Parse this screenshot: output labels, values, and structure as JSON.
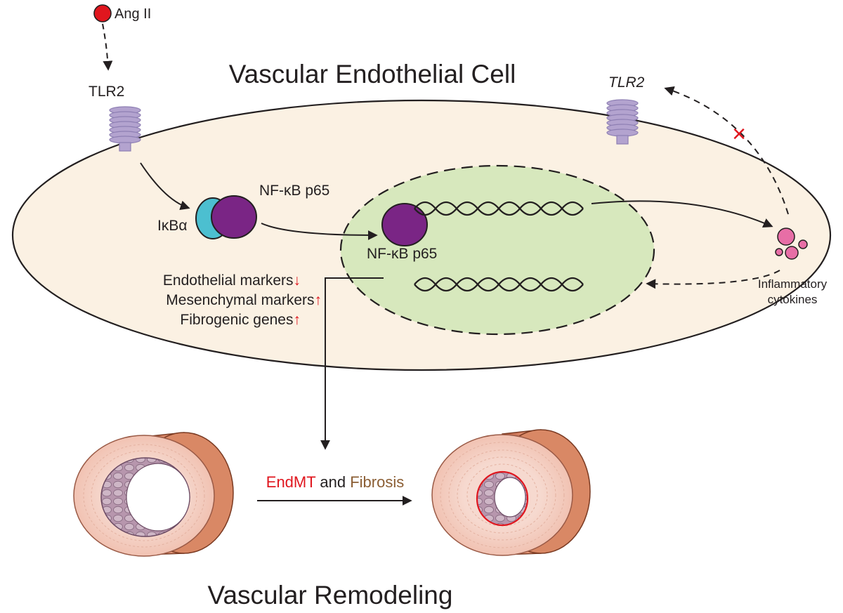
{
  "title": "Vascular Endothelial Cell",
  "bottom_title": "Vascular Remodeling",
  "ligand": {
    "label": "Ang II",
    "color": "#e0161e"
  },
  "receptors": {
    "left_label": "TLR2",
    "right_label": "TLR2",
    "color": "#b3a3cf"
  },
  "complex": {
    "inhibitor_label": "IκBα",
    "p65_label": "NF-κB p65",
    "inhibitor_color": "#4cbfd0",
    "p65_color": "#7a2585"
  },
  "nucleus": {
    "p65_label": "NF-κB p65",
    "fill": "#d7e8bd"
  },
  "cytokines": {
    "label_line1": "Inflammatory",
    "label_line2": "cytokines",
    "color": "#e76ea6"
  },
  "markers": [
    {
      "text": "Endothelial markers",
      "arrow": "↓"
    },
    {
      "text": "Mesenchymal markers",
      "arrow": "↑"
    },
    {
      "text": "Fibrogenic genes",
      "arrow": "↑"
    }
  ],
  "process": {
    "part1": "EndMT",
    "part2": " and ",
    "part3": "Fibrosis",
    "part1_color": "#e0161e",
    "part3_color": "#8b5e34"
  },
  "blocked_symbol": "×",
  "cell_fill": "#fbf1e3"
}
